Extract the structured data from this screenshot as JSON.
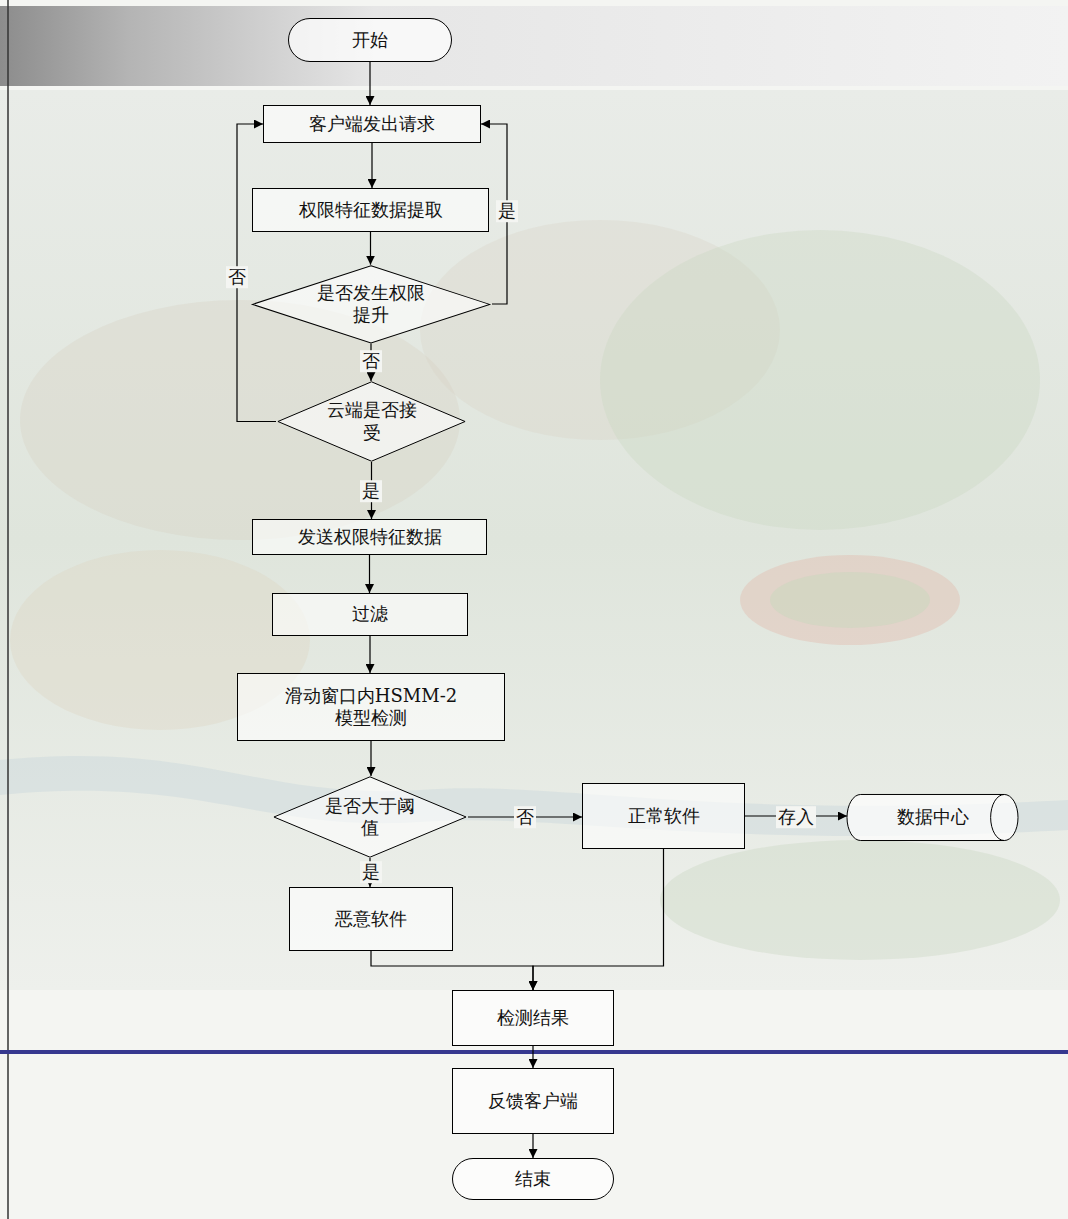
{
  "diagram": {
    "nodes": [
      {
        "text": [
          "开始"
        ]
      },
      {
        "text": [
          "客户端发出请求"
        ]
      },
      {
        "text": [
          "权限特征数据提取"
        ]
      },
      {
        "text": [
          "是否发生权限提升"
        ]
      },
      {
        "text": [
          "云端是否接受"
        ]
      },
      {
        "text": [
          "发送权限特征数据"
        ]
      },
      {
        "text": [
          "过滤"
        ]
      },
      {
        "text": [
          "滑动窗口内HSMM-2模型检测"
        ]
      },
      {
        "text": [
          "是否大于阈值"
        ]
      },
      {
        "text": [
          "正常软件"
        ]
      },
      {
        "text": [
          "数据中心"
        ]
      },
      {
        "text": [
          "恶意软件"
        ]
      },
      {
        "text": [
          "检测结果"
        ]
      },
      {
        "text": [
          "反馈客户端"
        ]
      },
      {
        "text": [
          "结束"
        ]
      }
    ],
    "edges": [
      {
        "from": 0,
        "to": 1,
        "arrow": "to"
      },
      {
        "from": 1,
        "to": 2,
        "arrow": "to"
      },
      {
        "from": 2,
        "to": 3,
        "arrow": "to"
      },
      {
        "from": 3,
        "to": 1,
        "label": "是",
        "arrow": "to"
      },
      {
        "from": 3,
        "to": 4,
        "label": "否",
        "arrow": "to"
      },
      {
        "from": 4,
        "to": 1,
        "label": "否",
        "arrow": "to"
      },
      {
        "from": 4,
        "to": 5,
        "label": "是",
        "arrow": "to"
      },
      {
        "from": 5,
        "to": 6,
        "arrow": "to"
      },
      {
        "from": 6,
        "to": 7,
        "arrow": "to"
      },
      {
        "from": 7,
        "to": 8,
        "arrow": "to"
      },
      {
        "from": 8,
        "to": 9,
        "label": "否",
        "arrow": "to"
      },
      {
        "from": 9,
        "to": 10,
        "label": "存入",
        "arrow": "to"
      },
      {
        "from": 8,
        "to": 11,
        "label": "是",
        "arrow": "to"
      },
      {
        "from": 11,
        "to": 12,
        "arrow": "to"
      },
      {
        "from": 9,
        "to": 12,
        "arrow": "to"
      },
      {
        "from": 12,
        "to": 13,
        "arrow": "to"
      },
      {
        "from": 13,
        "to": 14,
        "arrow": "to"
      }
    ]
  }
}
